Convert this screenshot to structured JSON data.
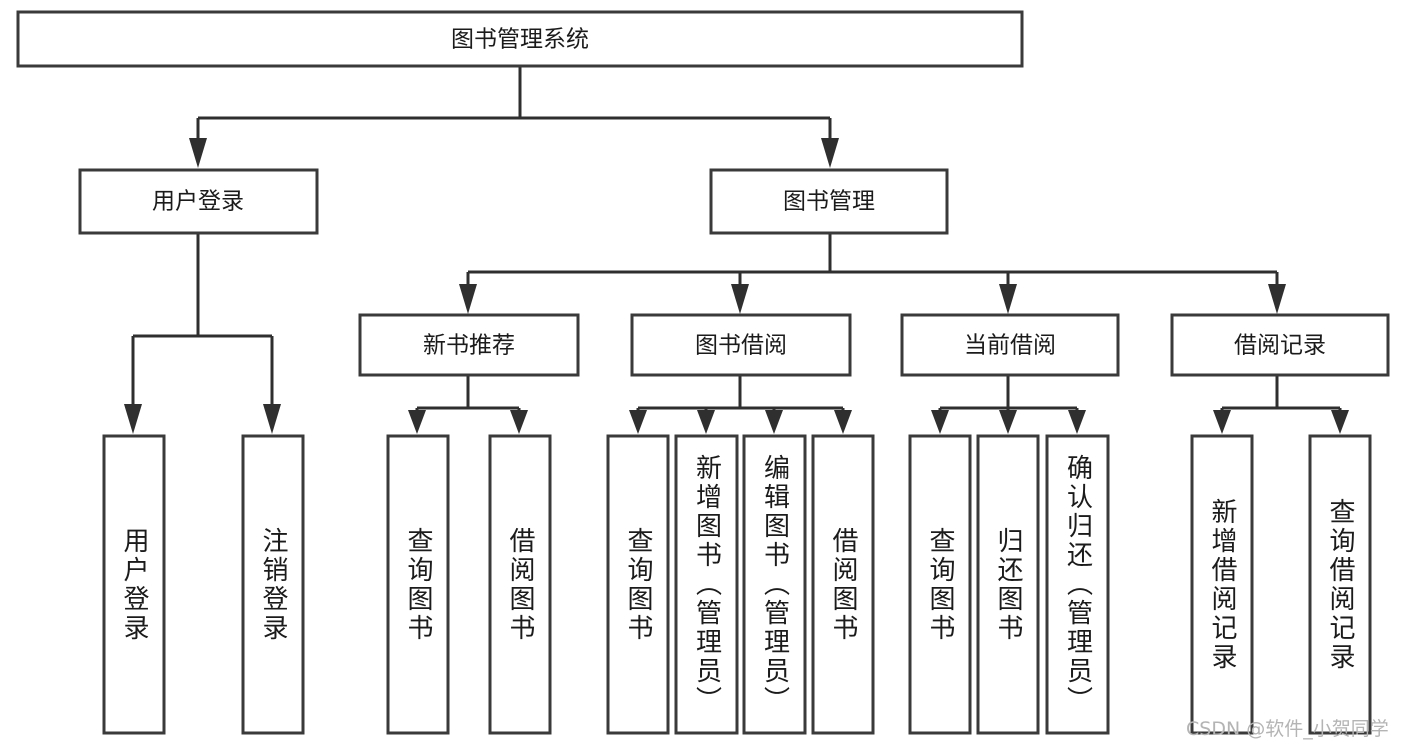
{
  "diagram": {
    "type": "tree",
    "title": "图书管理系统",
    "root": {
      "label": "图书管理系统"
    },
    "level1": [
      {
        "label": "用户登录"
      },
      {
        "label": "图书管理"
      }
    ],
    "level2": [
      {
        "label": "新书推荐"
      },
      {
        "label": "图书借阅"
      },
      {
        "label": "当前借阅"
      },
      {
        "label": "借阅记录"
      }
    ],
    "leaves": {
      "user_login": [
        {
          "label": "用户登录"
        },
        {
          "label": "注销登录"
        }
      ],
      "new_book_recommend": [
        {
          "label": "查询图书"
        },
        {
          "label": "借阅图书"
        }
      ],
      "book_borrow": [
        {
          "label": "查询图书"
        },
        {
          "label": "新增图书（管理员）"
        },
        {
          "label": "编辑图书（管理员）"
        },
        {
          "label": "借阅图书"
        }
      ],
      "current_borrow": [
        {
          "label": "查询图书"
        },
        {
          "label": "归还图书"
        },
        {
          "label": "确认归还（管理员）"
        }
      ],
      "borrow_record": [
        {
          "label": "新增借阅记录"
        },
        {
          "label": "查询借阅记录"
        }
      ]
    }
  },
  "watermark": {
    "text": "CSDN @软件_小贺同学"
  },
  "colors": {
    "box_stroke": "#3a3a3a",
    "connector": "#2f2f2f",
    "text": "#1b1b1b",
    "background": "#ffffff",
    "watermark": "#b4b4b4"
  }
}
